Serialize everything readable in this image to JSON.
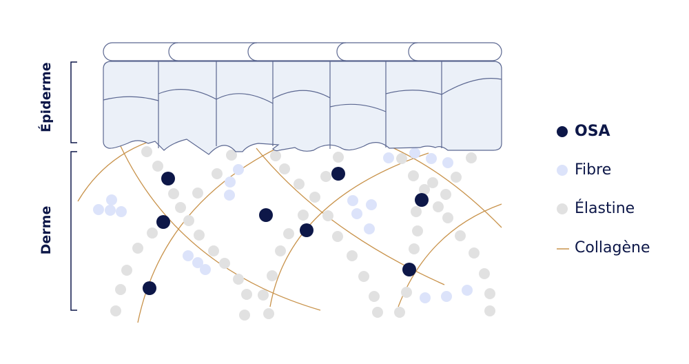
{
  "labels": {
    "epidermis": "Épiderme",
    "dermis": "Derme"
  },
  "legend": [
    {
      "label": "OSA",
      "color": "#0d1748",
      "icon": "dot"
    },
    {
      "label": "Fibre",
      "color": "#dce3fa",
      "icon": "dot"
    },
    {
      "label": "Élastine",
      "color": "#e1e1e1",
      "icon": "dot"
    },
    {
      "label": "Collagène",
      "color": "#c8924a",
      "icon": "line"
    }
  ]
}
